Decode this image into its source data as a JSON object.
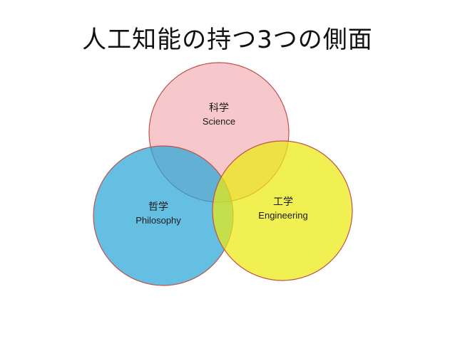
{
  "slide": {
    "title": "人工知能の持つ3つの側面"
  },
  "venn": {
    "circles": [
      {
        "id": "science",
        "label_jp": "科学",
        "label_en": "Science",
        "fill": "#ee9aa3",
        "stroke": "#c0504d"
      },
      {
        "id": "philosophy",
        "label_jp": "哲学",
        "label_en": "Philosophy",
        "fill": "#2aa6d8",
        "stroke": "#c0504d"
      },
      {
        "id": "engineering",
        "label_jp": "工学",
        "label_en": "Engineering",
        "fill": "#eaea10",
        "stroke": "#c0504d"
      }
    ]
  }
}
